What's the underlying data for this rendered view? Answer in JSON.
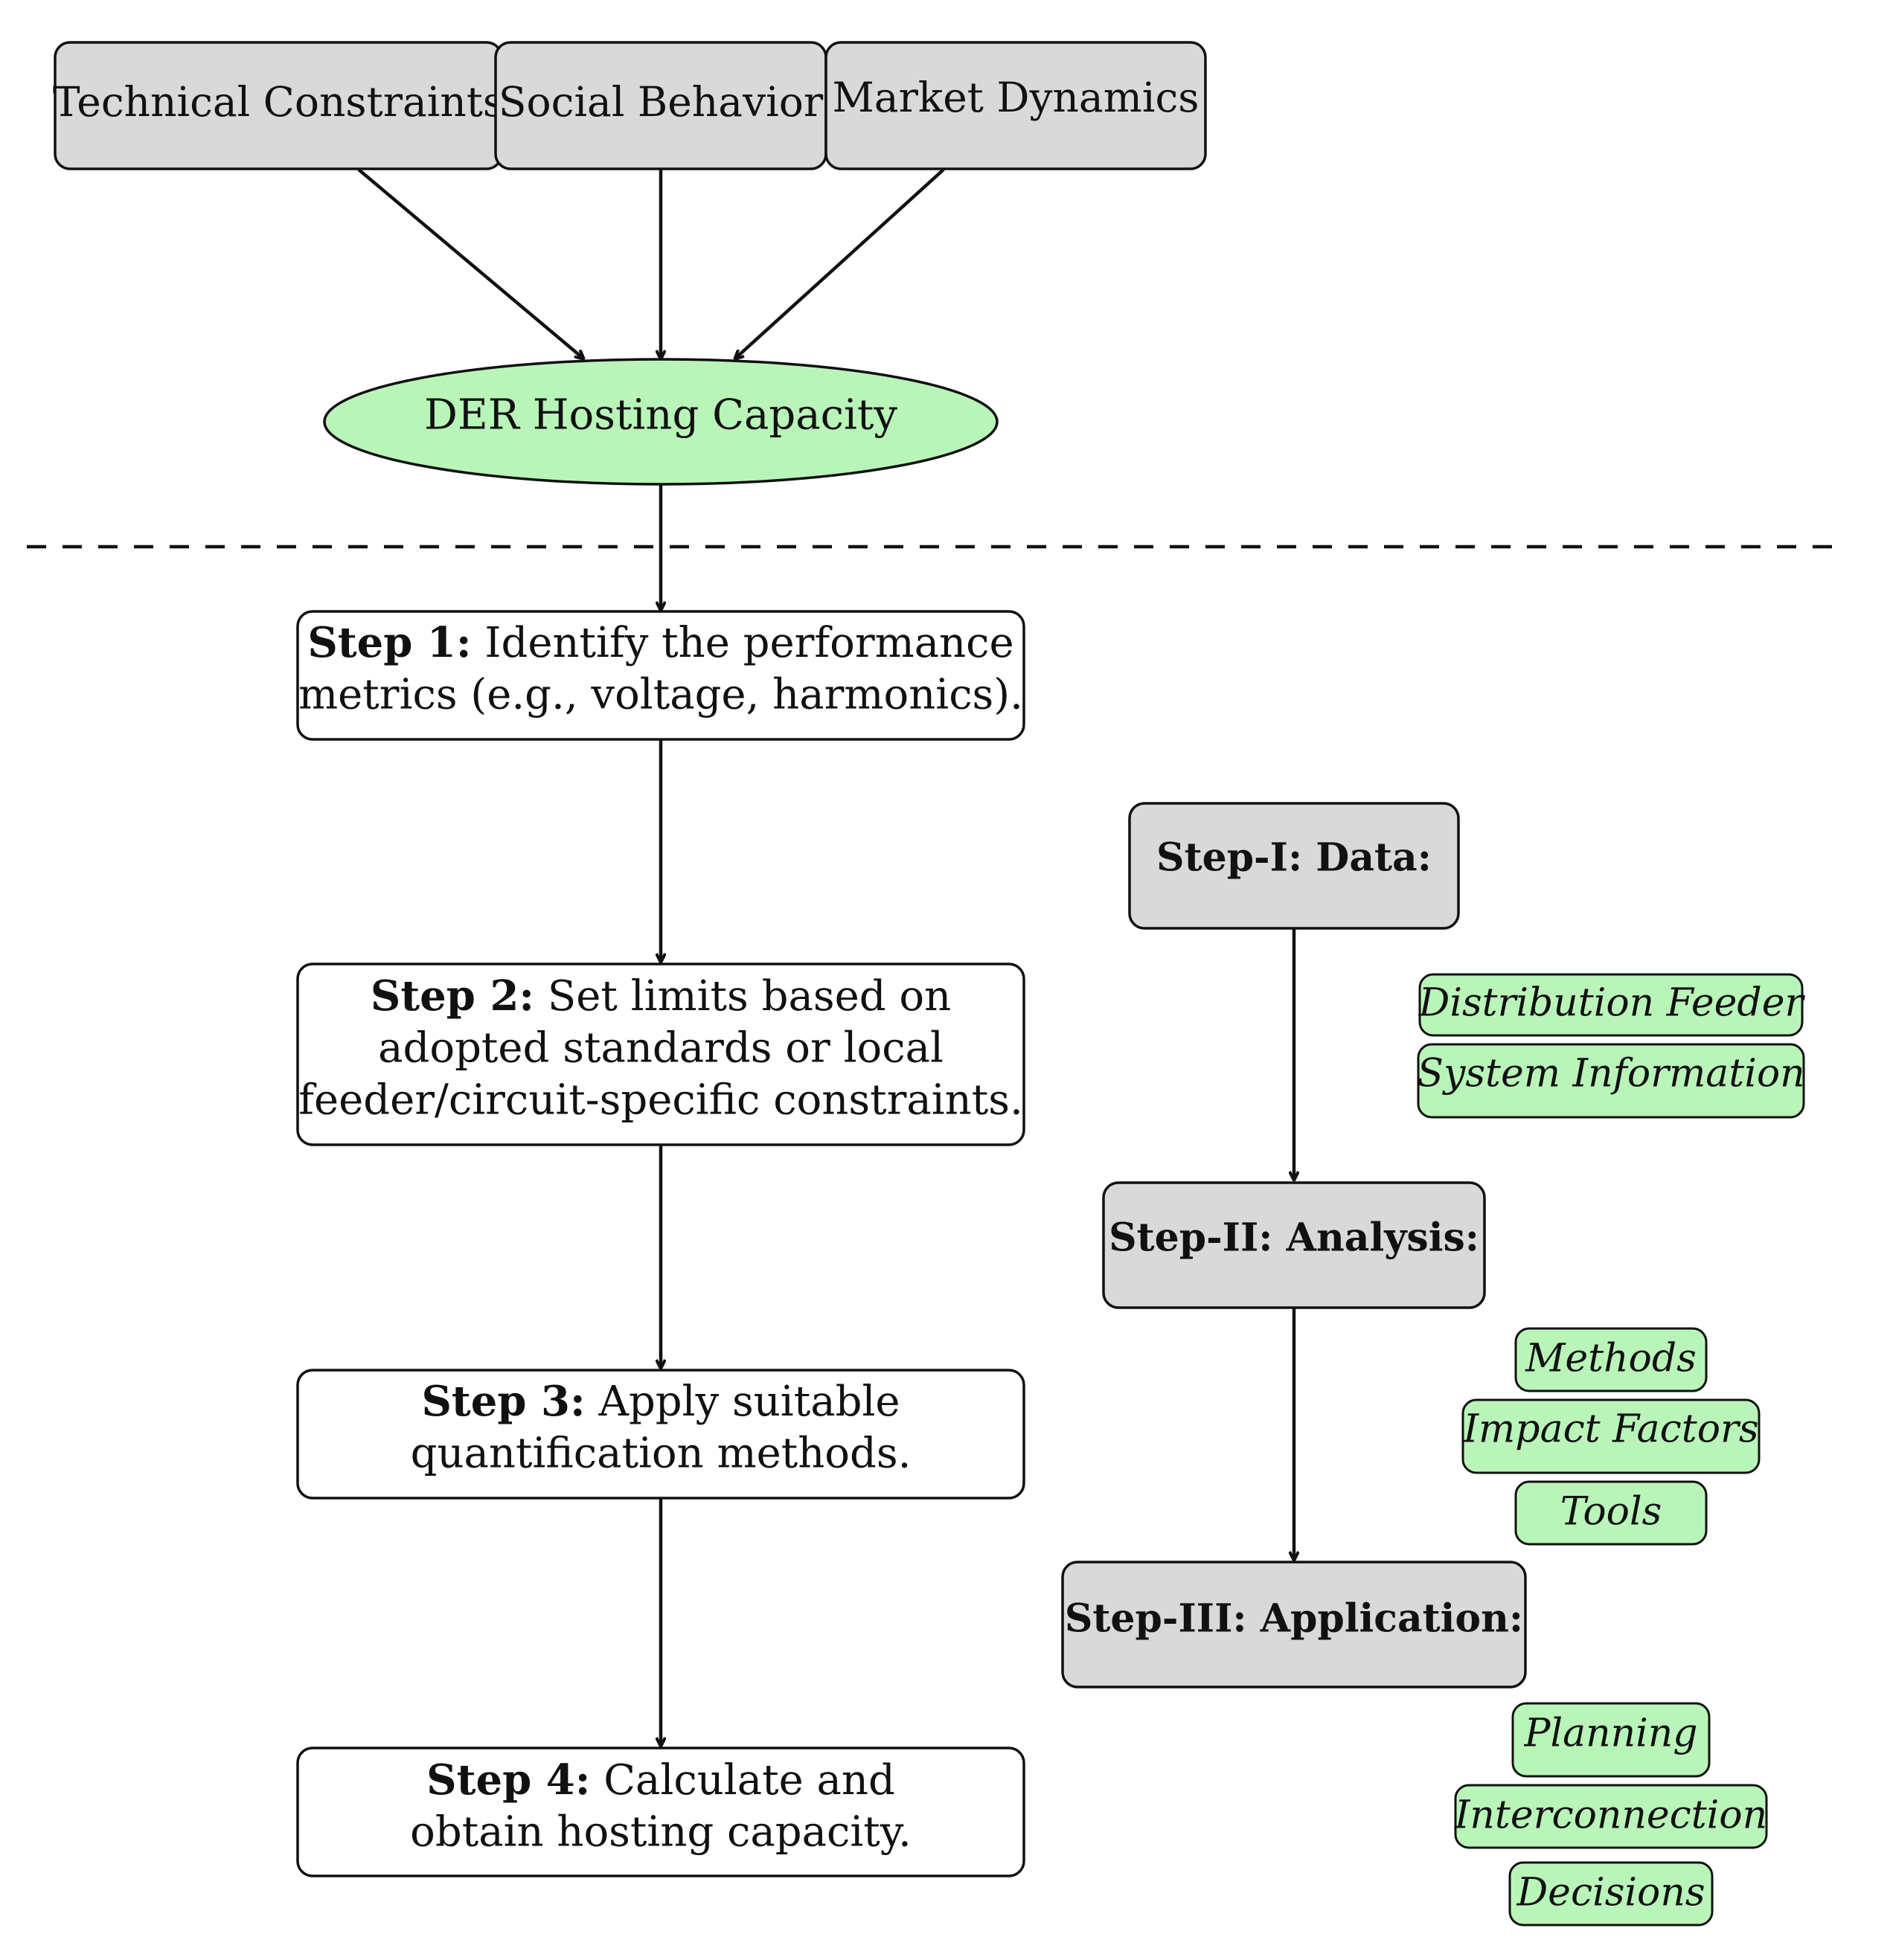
{
  "colors": {
    "gray_fill": "#d9d9d9",
    "green_fill": "#b9f5b9",
    "white_fill": "#ffffff",
    "stroke": "#111111"
  },
  "factors": [
    {
      "label": "Technical Constraints"
    },
    {
      "label": "Social Behavior"
    },
    {
      "label": "Market Dynamics"
    }
  ],
  "center": {
    "label": "DER Hosting Capacity"
  },
  "steps": [
    {
      "bold": "Step 1:",
      "lines": [
        "Identify the performance",
        "metrics (e.g., voltage, harmonics)."
      ]
    },
    {
      "bold": "Step 2:",
      "lines": [
        "Set limits based on",
        "adopted standards or local",
        "feeder/circuit-specific constraints."
      ]
    },
    {
      "bold": "Step 3:",
      "lines": [
        "Apply suitable",
        "quantification methods."
      ]
    },
    {
      "bold": "Step 4:",
      "lines": [
        "Calculate and",
        "obtain hosting capacity."
      ]
    }
  ],
  "phases": [
    {
      "label": "Step-I: Data:",
      "tags": [
        "Distribution Feeder",
        "System Information"
      ]
    },
    {
      "label": "Step-II: Analysis:",
      "tags": [
        "Methods",
        "Impact Factors",
        "Tools"
      ]
    },
    {
      "label": "Step-III: Application:",
      "tags": [
        "Planning",
        "Interconnection",
        "Decisions"
      ]
    }
  ]
}
